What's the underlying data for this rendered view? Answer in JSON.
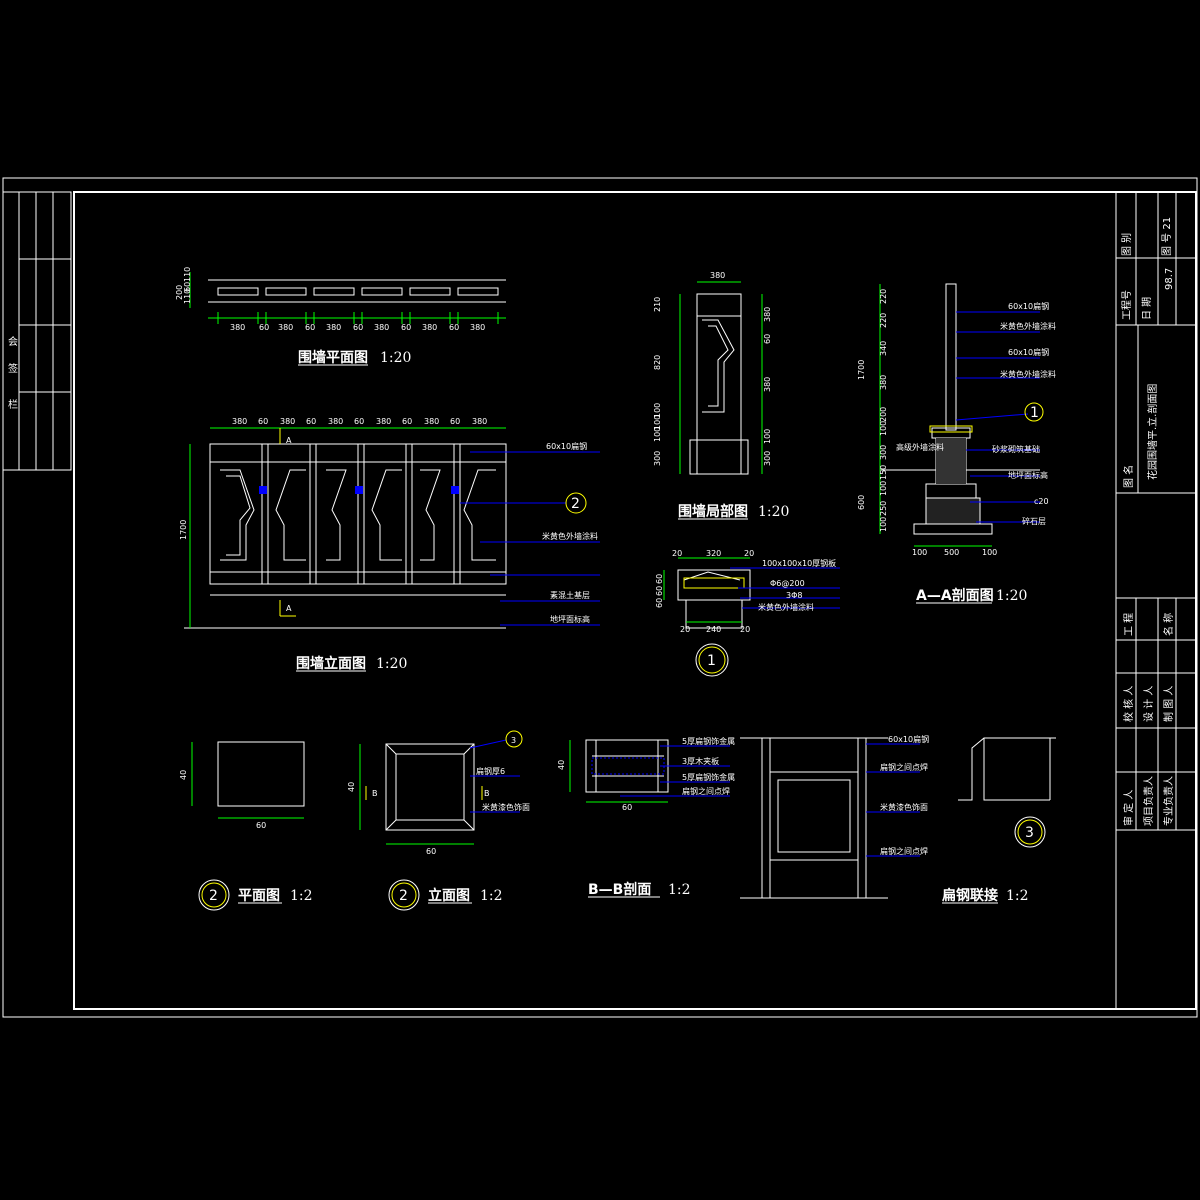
{
  "colors": {
    "background": "#000000",
    "line": "#ffffff",
    "dimension": "#00ff00",
    "leader": "#0000ff",
    "marker": "#ffff00"
  },
  "views": {
    "plan": {
      "title": "围墙平面图",
      "scale": "1:20",
      "dims_h": [
        "380",
        "60",
        "380",
        "60",
        "380",
        "60",
        "380",
        "60",
        "380",
        "60",
        "380"
      ],
      "dims_v": [
        "200",
        "110",
        "60",
        "110"
      ]
    },
    "elevation": {
      "title": "围墙立面图",
      "scale": "1:20",
      "dims_h": [
        "380",
        "60",
        "380",
        "60",
        "380",
        "60",
        "380",
        "60",
        "380",
        "60",
        "380"
      ],
      "height": "1700",
      "notes": [
        "60x10扁钢",
        "米黄色外墙涂料",
        "素混土基层",
        "地坪面标高"
      ],
      "callout": "2",
      "section_mark": "A"
    },
    "detail": {
      "title": "围墙局部图",
      "scale": "1:20",
      "dim_top": "380",
      "dims_left": [
        "210",
        "820",
        "100",
        "100",
        "100",
        "300"
      ],
      "dims_right": [
        "380",
        "60",
        "380",
        "100",
        "300"
      ]
    },
    "detail1": {
      "callout": "1",
      "dims_top": [
        "20",
        "320",
        "20"
      ],
      "dims_bottom": [
        "20",
        "240",
        "20"
      ],
      "dims_left": [
        "60",
        "60",
        "60"
      ],
      "notes": [
        "100x100x10厚钢板",
        "Φ6@200",
        "3Φ8",
        "米黄色外墙涂料"
      ]
    },
    "section_aa": {
      "title": "A—A剖面图",
      "scale": "1:20",
      "dims_left": [
        "1700",
        "220",
        "220",
        "340",
        "380",
        "200",
        "100",
        "300",
        "150",
        "100",
        "600",
        "250",
        "100"
      ],
      "dims_bottom": [
        "100",
        "500",
        "100"
      ],
      "notes": [
        "60x10扁钢",
        "米黄色外墙涂料",
        "60x10扁钢",
        "米黄色外墙涂料",
        "高级外墙涂料",
        "砂浆砌筑基础",
        "地坪面标高",
        "c20",
        "碎石层"
      ],
      "callout": "1"
    },
    "plan2": {
      "callout": "2",
      "title": "平面图",
      "scale": "1:2",
      "dim_w": "60",
      "dim_h": "40"
    },
    "elev2": {
      "callout": "2",
      "title": "立面图",
      "scale": "1:2",
      "dim_w": "60",
      "dim_h": "40",
      "notes": [
        "扁钢厚6",
        "米黄漆色饰面"
      ],
      "section_mark": "B",
      "ref": "3"
    },
    "section_bb": {
      "title": "B—B剖面",
      "scale": "1:2",
      "dim_w": "60",
      "dim_h": "40",
      "notes": [
        "5厚扁钢饰金属",
        "3厚木夹板",
        "5厚扁钢饰金属",
        "扁钢之间点焊"
      ]
    },
    "steel_joint": {
      "notes": [
        "60x10扁钢",
        "扁钢之间点焊",
        "米黄漆色饰面",
        "扁钢之间点焊"
      ]
    },
    "detail3": {
      "callout": "3",
      "title": "扁钢联接",
      "scale": "1:2"
    }
  },
  "title_block": {
    "left_strip": [
      "会",
      "签",
      "栏"
    ],
    "drawing_no_label": "图 别",
    "drawing_no": "图 号 21",
    "project_no_label": "工程号",
    "date_label": "日 期",
    "date": "98.7",
    "drawing_name_label": "图 名",
    "drawing_name": "花园围墙平.立.剖面图",
    "project_label": "工 程",
    "project_value": "名 称",
    "roles_a": [
      "校 核 人",
      "设 计 人",
      "制 图 人"
    ],
    "roles_b": [
      "审 定 人",
      "项目负责人",
      "专业负责人"
    ]
  }
}
